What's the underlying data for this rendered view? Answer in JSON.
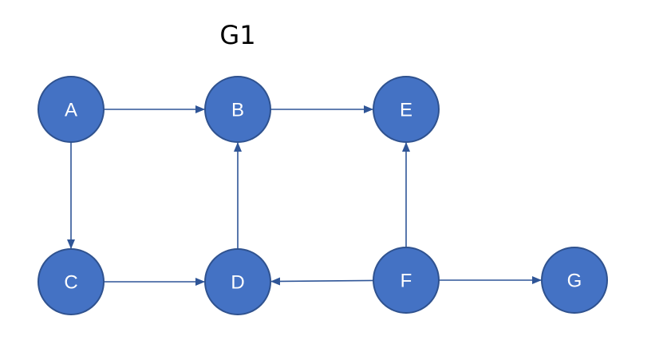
{
  "title": "G1",
  "colors": {
    "node_fill": "#4472c4",
    "node_stroke": "#2f528f",
    "edge": "#2f5597",
    "label": "#ffffff"
  },
  "nodes": [
    {
      "id": "A",
      "label": "A"
    },
    {
      "id": "B",
      "label": "B"
    },
    {
      "id": "E",
      "label": "E"
    },
    {
      "id": "C",
      "label": "C"
    },
    {
      "id": "D",
      "label": "D"
    },
    {
      "id": "F",
      "label": "F"
    },
    {
      "id": "G",
      "label": "G"
    }
  ],
  "edges": [
    {
      "from": "A",
      "to": "B"
    },
    {
      "from": "B",
      "to": "E"
    },
    {
      "from": "A",
      "to": "C"
    },
    {
      "from": "C",
      "to": "D"
    },
    {
      "from": "D",
      "to": "B"
    },
    {
      "from": "F",
      "to": "D"
    },
    {
      "from": "F",
      "to": "E"
    },
    {
      "from": "F",
      "to": "G"
    }
  ]
}
